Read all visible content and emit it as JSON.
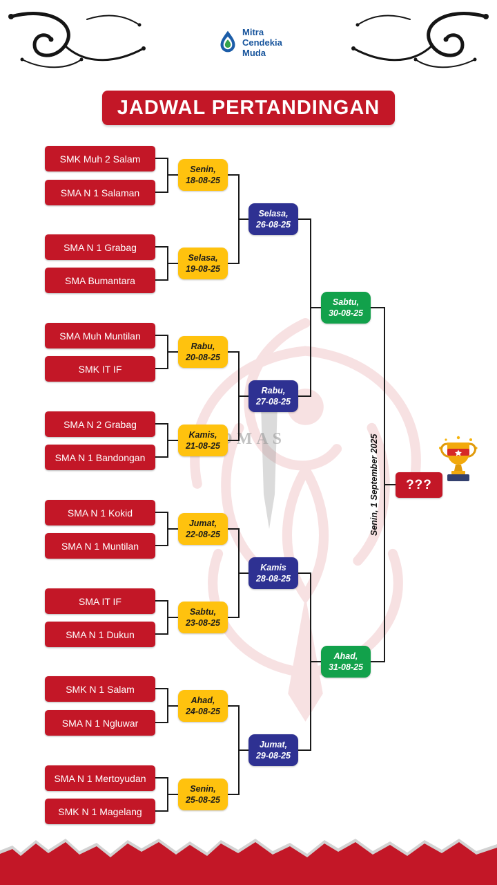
{
  "logo": {
    "name_lines": [
      "Mitra",
      "Cendekia",
      "Muda"
    ]
  },
  "title": "JADWAL PERTANDINGAN",
  "bracket": {
    "round1": [
      {
        "team_top": "SMK Muh 2 Salam",
        "team_bottom": "SMA N 1 Salaman",
        "day": "Senin,",
        "date": "18-08-25"
      },
      {
        "team_top": "SMA N 1 Grabag",
        "team_bottom": "SMA Bumantara",
        "day": "Selasa,",
        "date": "19-08-25"
      },
      {
        "team_top": "SMA Muh Muntilan",
        "team_bottom": "SMK IT IF",
        "day": "Rabu,",
        "date": "20-08-25"
      },
      {
        "team_top": "SMA N 2 Grabag",
        "team_bottom": "SMA N 1 Bandongan",
        "day": "Kamis,",
        "date": "21-08-25"
      },
      {
        "team_top": "SMA N 1 Kokid",
        "team_bottom": "SMA N 1 Muntilan",
        "day": "Jumat,",
        "date": "22-08-25"
      },
      {
        "team_top": "SMA IT IF",
        "team_bottom": "SMA N 1 Dukun",
        "day": "Sabtu,",
        "date": "23-08-25"
      },
      {
        "team_top": "SMK N 1 Salam",
        "team_bottom": "SMA N 1 Ngluwar",
        "day": "Ahad,",
        "date": "24-08-25"
      },
      {
        "team_top": "SMA N 1 Mertoyudan",
        "team_bottom": "SMK N 1 Magelang",
        "day": "Senin,",
        "date": "25-08-25"
      }
    ],
    "quarterfinals": [
      {
        "day": "Selasa,",
        "date": "26-08-25"
      },
      {
        "day": "Rabu,",
        "date": "27-08-25"
      },
      {
        "day": "Kamis",
        "date": "28-08-25"
      },
      {
        "day": "Jumat,",
        "date": "29-08-25"
      }
    ],
    "semifinals": [
      {
        "day": "Sabtu,",
        "date": "30-08-25"
      },
      {
        "day": "Ahad,",
        "date": "31-08-25"
      }
    ],
    "final": {
      "winner_placeholder": "???",
      "date_label": "Senin, 1 September 2025"
    }
  },
  "watermark_text": "OMAS",
  "colors": {
    "primary_red": "#C31727",
    "accent_yellow": "#FFC20E",
    "accent_blue": "#2E3192",
    "accent_green": "#12A14B",
    "logo_blue": "#17549C"
  }
}
